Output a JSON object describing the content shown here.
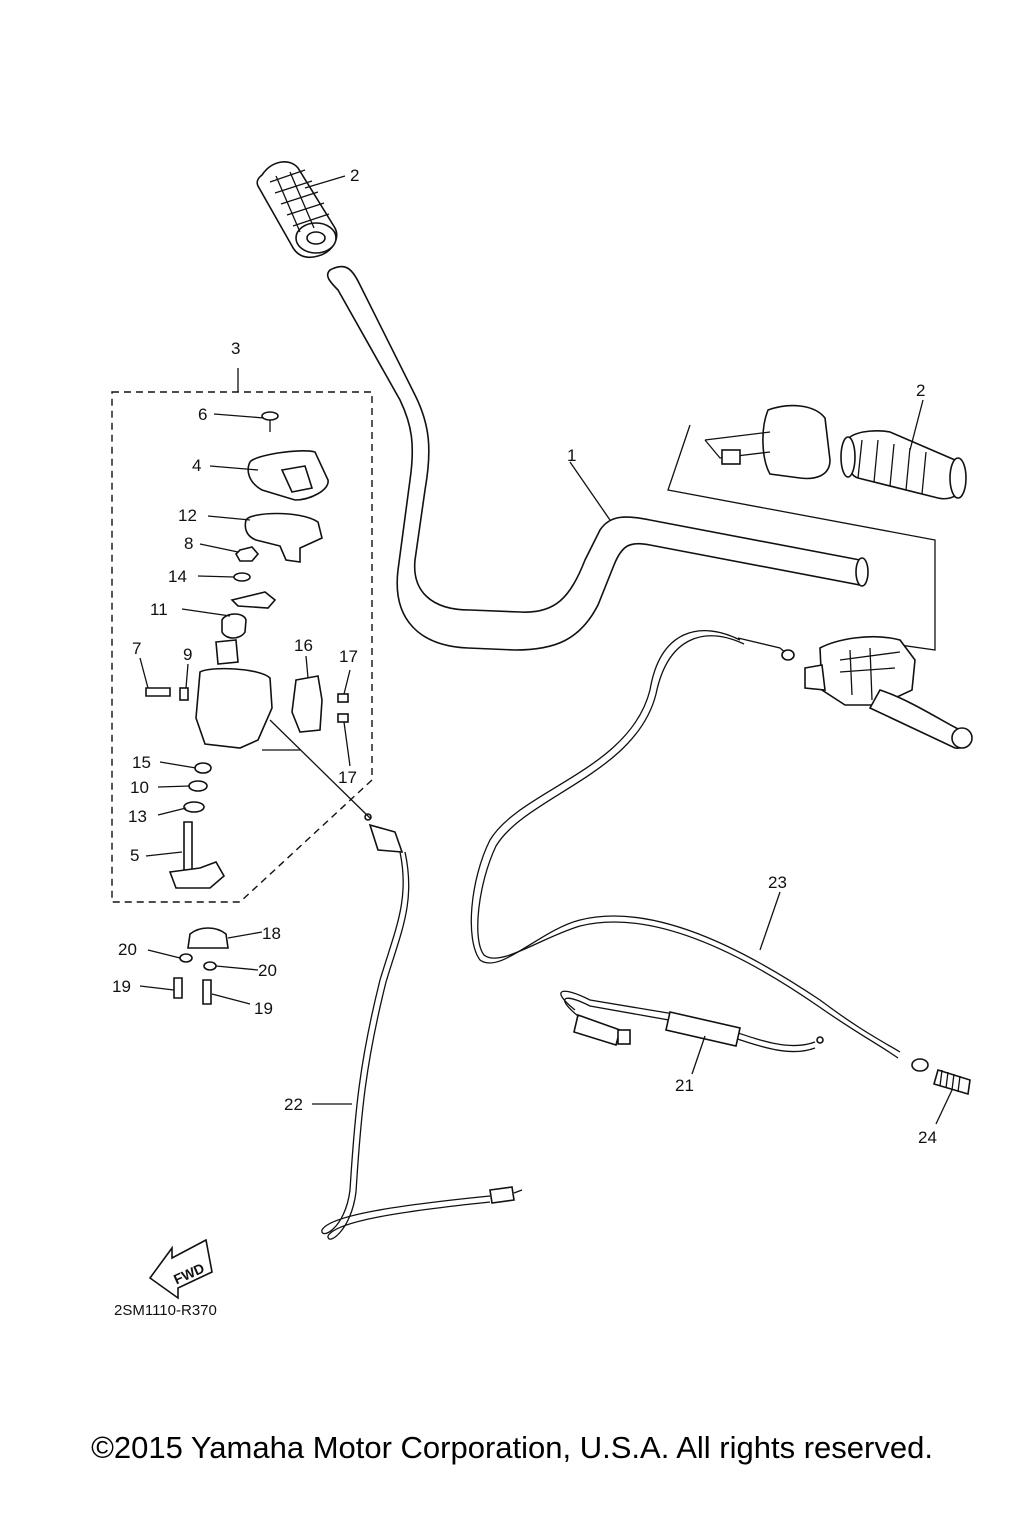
{
  "diagram": {
    "callouts": [
      "1",
      "2",
      "2",
      "3",
      "4",
      "5",
      "6",
      "7",
      "8",
      "9",
      "10",
      "11",
      "12",
      "13",
      "14",
      "15",
      "16",
      "17",
      "17",
      "18",
      "19",
      "19",
      "20",
      "20",
      "21",
      "22",
      "23",
      "24"
    ],
    "fwd_label": "FWD",
    "drawing_code": "2SM1110-R370"
  },
  "footer": {
    "copyright": "©2015 Yamaha Motor Corporation, U.S.A. All rights reserved."
  }
}
